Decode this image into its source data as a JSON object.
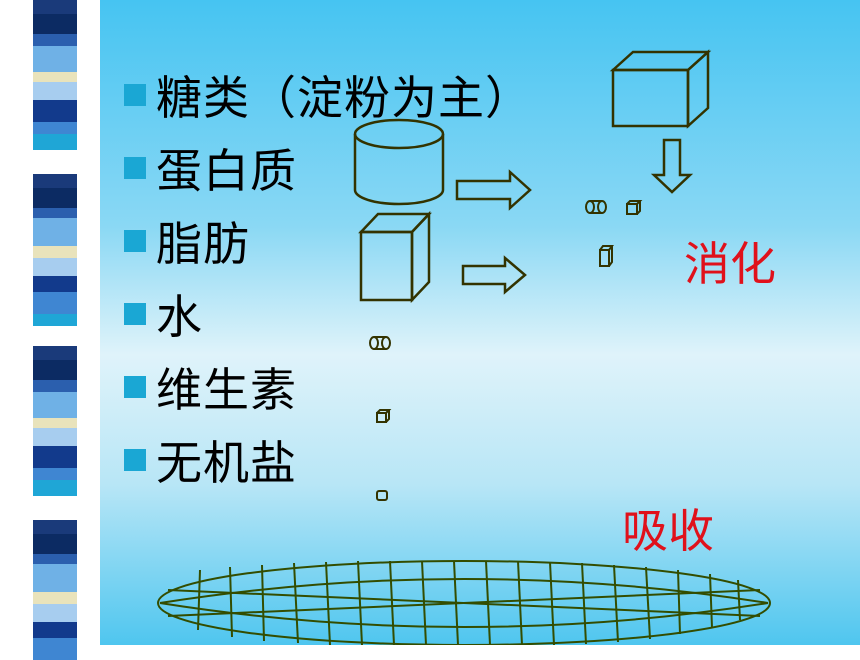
{
  "items": [
    {
      "label": "糖类（淀粉为主）"
    },
    {
      "label": "蛋白质"
    },
    {
      "label": "脂肪"
    },
    {
      "label": "水"
    },
    {
      "label": "维生素"
    },
    {
      "label": "无机盐"
    }
  ],
  "labels": {
    "digestion": "消化",
    "absorption": "吸收"
  },
  "colors": {
    "bullet": "#1aa7d4",
    "label": "#e0111b",
    "shape_stroke": "#333300",
    "net_stroke": "#334d00"
  }
}
